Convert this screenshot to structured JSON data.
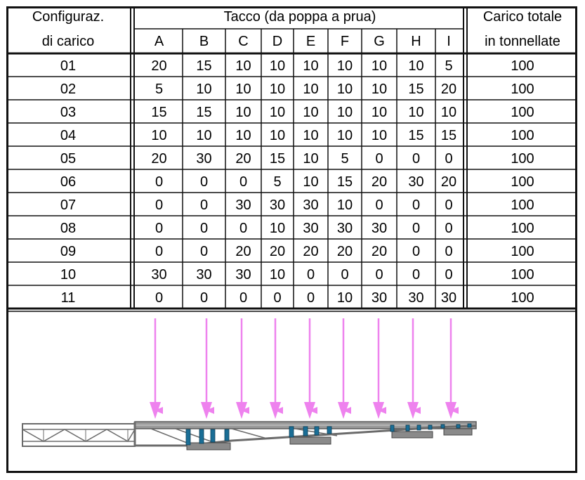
{
  "header": {
    "config_line1": "Configuraz.",
    "config_line2": "di carico",
    "group_title": "Tacco (da poppa a prua)",
    "total_line1": "Carico totale",
    "total_line2": "in tonnellate",
    "columns": [
      "A",
      "B",
      "C",
      "D",
      "E",
      "F",
      "G",
      "H",
      "I"
    ]
  },
  "rows": [
    {
      "config": "01",
      "values": [
        "20",
        "15",
        "10",
        "10",
        "10",
        "10",
        "10",
        "10",
        "5"
      ],
      "total": "100"
    },
    {
      "config": "02",
      "values": [
        "5",
        "10",
        "10",
        "10",
        "10",
        "10",
        "10",
        "15",
        "20"
      ],
      "total": "100"
    },
    {
      "config": "03",
      "values": [
        "15",
        "15",
        "10",
        "10",
        "10",
        "10",
        "10",
        "10",
        "10"
      ],
      "total": "100"
    },
    {
      "config": "04",
      "values": [
        "10",
        "10",
        "10",
        "10",
        "10",
        "10",
        "10",
        "15",
        "15"
      ],
      "total": "100"
    },
    {
      "config": "05",
      "values": [
        "20",
        "30",
        "20",
        "15",
        "10",
        "5",
        "0",
        "0",
        "0"
      ],
      "total": "100"
    },
    {
      "config": "06",
      "values": [
        "0",
        "0",
        "0",
        "5",
        "10",
        "15",
        "20",
        "30",
        "20"
      ],
      "total": "100"
    },
    {
      "config": "07",
      "values": [
        "0",
        "0",
        "30",
        "30",
        "30",
        "10",
        "0",
        "0",
        "0"
      ],
      "total": "100"
    },
    {
      "config": "08",
      "values": [
        "0",
        "0",
        "0",
        "10",
        "30",
        "30",
        "30",
        "0",
        "0"
      ],
      "total": "100"
    },
    {
      "config": "09",
      "values": [
        "0",
        "0",
        "20",
        "20",
        "20",
        "20",
        "20",
        "0",
        "0"
      ],
      "total": "100"
    },
    {
      "config": "10",
      "values": [
        "30",
        "30",
        "30",
        "10",
        "0",
        "0",
        "0",
        "0",
        "0"
      ],
      "total": "100"
    },
    {
      "config": "11",
      "values": [
        "0",
        "0",
        "0",
        "0",
        "0",
        "10",
        "30",
        "30",
        "30"
      ],
      "total": "100"
    }
  ],
  "colors": {
    "arrow": "#ee82ee",
    "pad": "#1a6e96",
    "structure": "#6b6b6b",
    "grid": "#111111"
  }
}
